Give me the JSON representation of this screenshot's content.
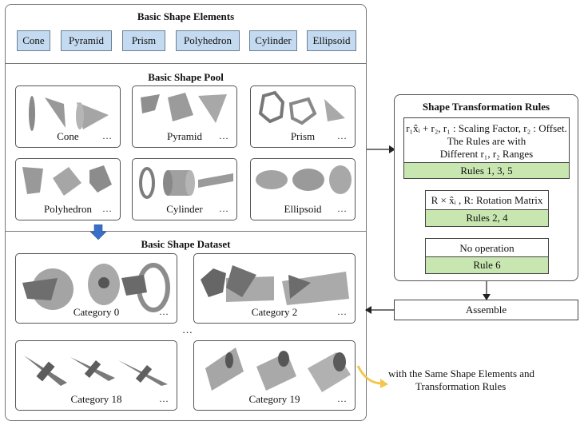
{
  "elements_panel": {
    "title": "Basic Shape Elements",
    "chips": [
      "Cone",
      "Pyramid",
      "Prism",
      "Polyhedron",
      "Cylinder",
      "Ellipsoid"
    ]
  },
  "pool_panel": {
    "title": "Basic Shape Pool",
    "cards": [
      "Cone",
      "Pyramid",
      "Prism",
      "Polyhedron",
      "Cylinder",
      "Ellipsoid"
    ],
    "ellipsis": "…"
  },
  "dataset_panel": {
    "title": "Basic Shape Dataset",
    "cards": [
      "Category 0",
      "Category 2",
      "Category 18",
      "Category 19"
    ],
    "between": "…",
    "ellipsis": "…"
  },
  "rules_panel": {
    "title": "Shape Transformation Rules",
    "rule1_line1": "r₁x̂ᵢ + r₂, r₁ : Scaling Factor, r₂ : Offset.",
    "rule1_line2": "The Rules are with",
    "rule1_line3": "Different r₁, r₂ Ranges",
    "rule1_label": "Rules 1, 3, 5",
    "rule2_text": "R × x̂ᵢ , R: Rotation Matrix",
    "rule2_label": "Rules 2, 4",
    "rule3_text": "No operation",
    "rule3_label": "Rule 6"
  },
  "assemble": "Assemble",
  "note_line1": "with the Same Shape Elements and",
  "note_line2": "Transformation Rules",
  "colors": {
    "chip": "#c4daf0",
    "rule_label": "#c8e6b0",
    "down_arrow": "#3a6fc9",
    "note_arrow": "#f2c74a"
  }
}
